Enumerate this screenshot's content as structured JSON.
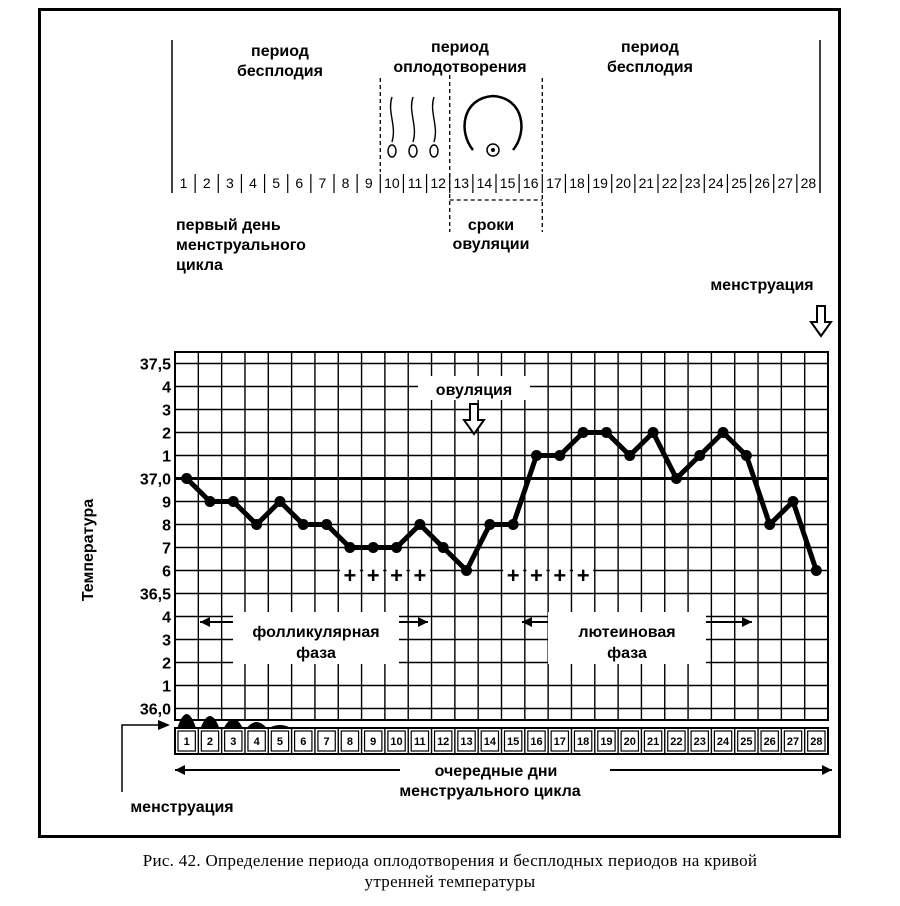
{
  "chart_data": {
    "type": "line",
    "ylabel": "Температура",
    "xlabel_lines": [
      "очередные дни",
      "менструального цикла"
    ],
    "x": [
      1,
      2,
      3,
      4,
      5,
      6,
      7,
      8,
      9,
      10,
      11,
      12,
      13,
      14,
      15,
      16,
      17,
      18,
      19,
      20,
      21,
      22,
      23,
      24,
      25,
      26,
      27,
      28
    ],
    "values": [
      37.0,
      36.9,
      36.9,
      36.8,
      36.9,
      36.8,
      36.8,
      36.7,
      36.7,
      36.7,
      36.8,
      36.7,
      36.6,
      36.8,
      36.8,
      37.1,
      37.1,
      37.2,
      37.2,
      37.1,
      37.2,
      37.0,
      37.1,
      37.2,
      37.1,
      36.8,
      36.9,
      36.6
    ],
    "ylim": [
      35.95,
      37.55
    ],
    "y_tick_labels": [
      "37,5",
      "4",
      "3",
      "2",
      "1",
      "37,0",
      "9",
      "8",
      "7",
      "6",
      "36,5",
      "4",
      "3",
      "2",
      "1",
      "36,0"
    ],
    "grid": true,
    "plus_days": [
      8,
      9,
      10,
      11,
      15,
      16,
      17,
      18
    ],
    "plus_symbol": "+",
    "menstruation_bleeding_days": [
      1,
      2,
      3,
      4,
      5
    ]
  },
  "labels": {
    "period_infertile_left": [
      "период",
      "бесплодия"
    ],
    "period_fertile": [
      "период",
      "оплодотворения"
    ],
    "period_infertile_right": [
      "период",
      "бесплодия"
    ],
    "first_day": [
      "первый день",
      "менструального",
      "цикла"
    ],
    "ovulation_window": [
      "сроки",
      "овуляции"
    ],
    "ovulation": "овуляция",
    "menstruation_top": "менструация",
    "menstruation_bottom": "менструация",
    "follicular_phase": [
      "фолликулярная",
      "фаза"
    ],
    "luteal_phase": [
      "лютеиновая",
      "фаза"
    ]
  },
  "caption": {
    "line1": "Рис. 42. Определение периода оплодотворения и бесплодных периодов на кривой",
    "line2": "утренней температуры"
  }
}
